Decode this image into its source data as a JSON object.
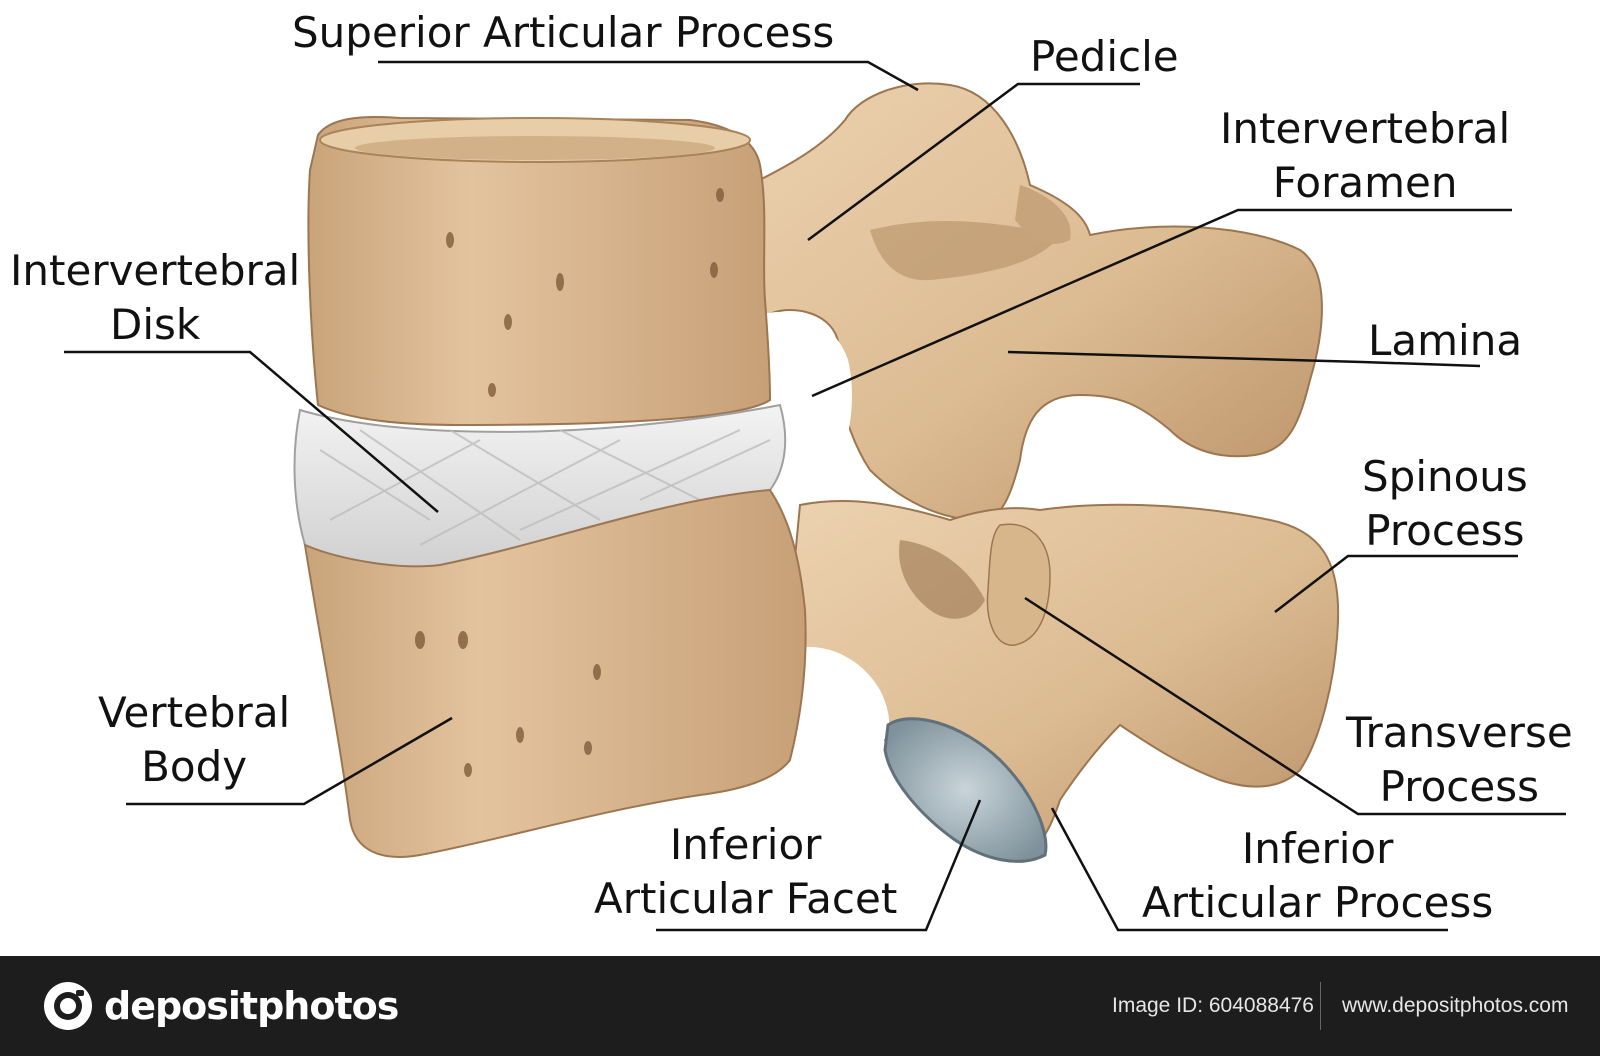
{
  "labels": {
    "superior_articular_process": "Superior Articular Process",
    "pedicle": "Pedicle",
    "intervertebral_foramen": [
      "Intervertebral",
      "Foramen"
    ],
    "intervertebral_disk": [
      "Intervertebral",
      "Disk"
    ],
    "lamina": "Lamina",
    "spinous_process": [
      "Spinous",
      "Process"
    ],
    "vertebral_body": [
      "Vertebral",
      "Body"
    ],
    "transverse_process": [
      "Transverse",
      "Process"
    ],
    "inferior_articular_facet": [
      "Inferior",
      "Articular Facet"
    ],
    "inferior_articular_process": [
      "Inferior",
      "Articular Process"
    ]
  },
  "colors": {
    "bone": "#dfbf98",
    "bone_shadow": "#a27b52",
    "disk": "#e6e6e6",
    "facet": "#9fb0b8",
    "leader_line": "#111111"
  },
  "footer": {
    "brand": "depositphotos",
    "image_id": "Image ID: 604088476",
    "url": "www.depositphotos.com"
  }
}
